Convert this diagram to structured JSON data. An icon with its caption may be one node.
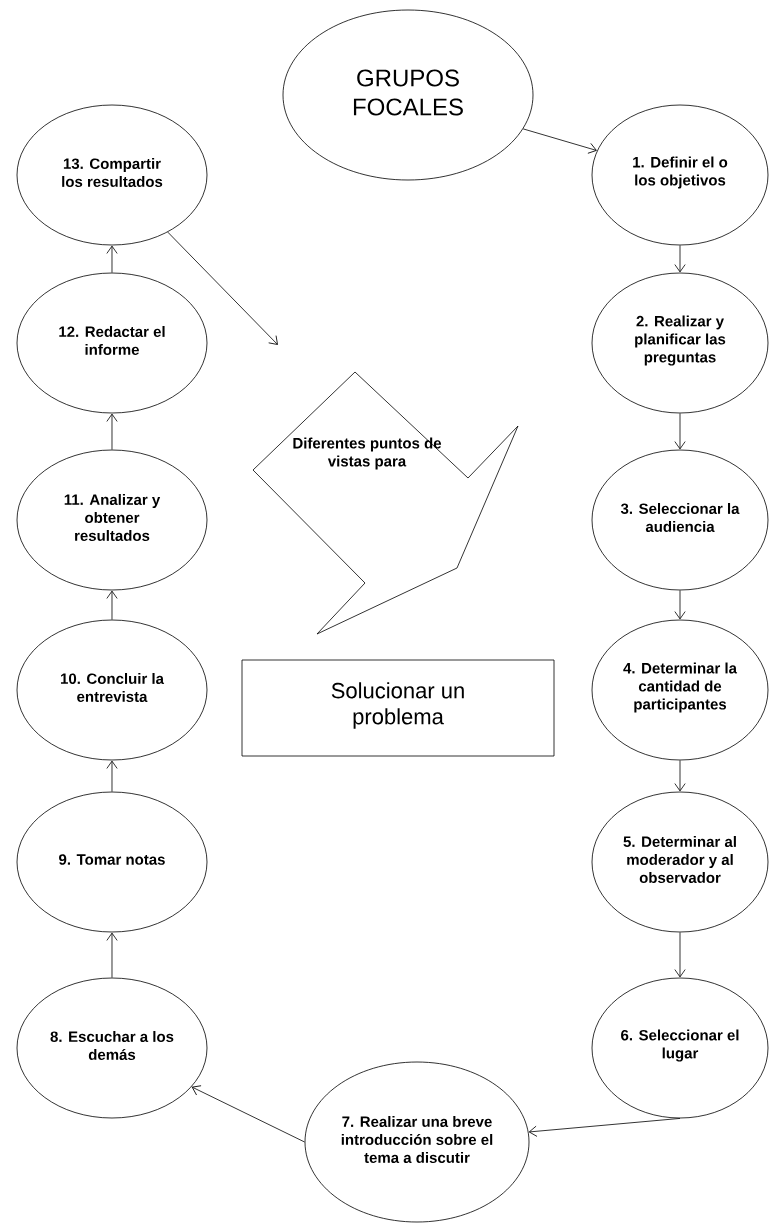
{
  "diagram": {
    "nodes": [
      {
        "text": [
          "GRUPOS FOCALES"
        ]
      },
      {
        "text": [
          "1. Definir el o los objetivos"
        ]
      },
      {
        "text": [
          "2. Realizar y planificar las preguntas"
        ]
      },
      {
        "text": [
          "3. Seleccionar la audiencia"
        ]
      },
      {
        "text": [
          "4. Determinar la cantidad de participantes"
        ]
      },
      {
        "text": [
          "5. Determinar al moderador y al observador"
        ]
      },
      {
        "text": [
          "6. Seleccionar el lugar"
        ]
      },
      {
        "text": [
          "7. Realizar una breve introducción sobre el tema a discutir"
        ]
      },
      {
        "text": [
          "8. Escuchar a los demás"
        ]
      },
      {
        "text": [
          "9. Tomar notas"
        ]
      },
      {
        "text": [
          "10. Concluir la entrevista"
        ]
      },
      {
        "text": [
          "11. Analizar y obtener resultados"
        ]
      },
      {
        "text": [
          "12. Redactar el informe"
        ]
      },
      {
        "text": [
          "13. Compartir los resultados"
        ]
      },
      {
        "text": [
          "Diferentes puntos de vistas para"
        ]
      },
      {
        "text": [
          "Solucionar un problema"
        ]
      }
    ],
    "edges": [
      {
        "from": 0,
        "to": 1,
        "arrow": "to"
      },
      {
        "from": 1,
        "to": 2,
        "arrow": "to"
      },
      {
        "from": 2,
        "to": 3,
        "arrow": "to"
      },
      {
        "from": 3,
        "to": 4,
        "arrow": "to"
      },
      {
        "from": 4,
        "to": 5,
        "arrow": "to"
      },
      {
        "from": 5,
        "to": 6,
        "arrow": "to"
      },
      {
        "from": 6,
        "to": 7,
        "arrow": "to"
      },
      {
        "from": 7,
        "to": 8,
        "arrow": "to"
      },
      {
        "from": 8,
        "to": 9,
        "arrow": "to"
      },
      {
        "from": 9,
        "to": 10,
        "arrow": "to"
      },
      {
        "from": 10,
        "to": 11,
        "arrow": "to"
      },
      {
        "from": 11,
        "to": 12,
        "arrow": "to"
      },
      {
        "from": 12,
        "to": 13,
        "arrow": "to"
      },
      {
        "from": 13,
        "to": null,
        "arrow": "to"
      }
    ]
  }
}
